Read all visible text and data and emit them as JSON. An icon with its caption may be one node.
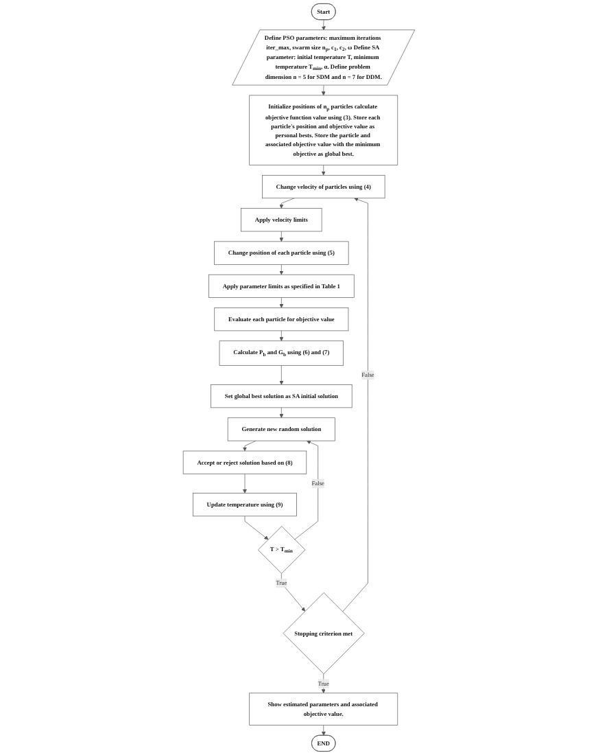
{
  "diagram": {
    "nodes": [
      {
        "text": [
          "Start"
        ]
      },
      {
        "text": [
          "Define PSO parameters: maximum iterations iter_max, swarm size n$_{p}$, c$_{1}$, c$_{2}$, ω Define SA parameter: initial temperature T, minimum temperature T$_{min}$, α. Define problem dimension n = 5 for SDM and n = 7 for DDM."
        ]
      },
      {
        "text": [
          "Initialize positions of n$_{p}$ particles calculate objective function value using (3). Store each particle's position and objective value as personal bests. Store the particle and associated objective value with the minimum objective as global best."
        ]
      },
      {
        "text": [
          "Change velocity of particles using (4)"
        ]
      },
      {
        "text": [
          "Apply velocity limits"
        ]
      },
      {
        "text": [
          "Change position of each particle using (5)"
        ]
      },
      {
        "text": [
          "Apply parameter limits as specified in Table 1"
        ]
      },
      {
        "text": [
          "Evaluate each particle for objective value"
        ]
      },
      {
        "text": [
          "Calculate P$_{b}$ and G$_{b}$ using (6) and (7)"
        ]
      },
      {
        "text": [
          "Set global best solution as SA initial solution"
        ]
      },
      {
        "text": [
          "Generate new random solution"
        ]
      },
      {
        "text": [
          "Accept or reject solution based on (8)"
        ]
      },
      {
        "text": [
          "Update temperature using (9)"
        ]
      },
      {
        "text": [
          "T > T$_{min}$"
        ]
      },
      {
        "text": [
          "Stopping criterion met"
        ]
      },
      {
        "text": [
          "Show estimated parameters and associated objective value."
        ]
      },
      {
        "text": [
          "END"
        ]
      }
    ],
    "edges": [
      {
        "from": 0,
        "to": 1,
        "arrow": "to"
      },
      {
        "from": 1,
        "to": 2,
        "arrow": "to"
      },
      {
        "from": 2,
        "to": 3,
        "arrow": "to"
      },
      {
        "from": 3,
        "to": 4,
        "arrow": "to"
      },
      {
        "from": 4,
        "to": 5,
        "arrow": "to"
      },
      {
        "from": 5,
        "to": 6,
        "arrow": "to"
      },
      {
        "from": 6,
        "to": 7,
        "arrow": "to"
      },
      {
        "from": 7,
        "to": 8,
        "arrow": "to"
      },
      {
        "from": 8,
        "to": 9,
        "arrow": "to"
      },
      {
        "from": 9,
        "to": 10,
        "arrow": "to"
      },
      {
        "from": 10,
        "to": 11,
        "arrow": "to"
      },
      {
        "from": 11,
        "to": 12,
        "arrow": "to"
      },
      {
        "from": 12,
        "to": 13,
        "arrow": "to"
      },
      {
        "from": 13,
        "to": 14,
        "arrow": "to",
        "label": "True"
      },
      {
        "from": 13,
        "to": 10,
        "arrow": "to",
        "label": "False"
      },
      {
        "from": 14,
        "to": 15,
        "arrow": "to",
        "label": "True"
      },
      {
        "from": 14,
        "to": 3,
        "arrow": "to",
        "label": "False"
      },
      {
        "from": 15,
        "to": 16,
        "arrow": "to"
      }
    ]
  }
}
